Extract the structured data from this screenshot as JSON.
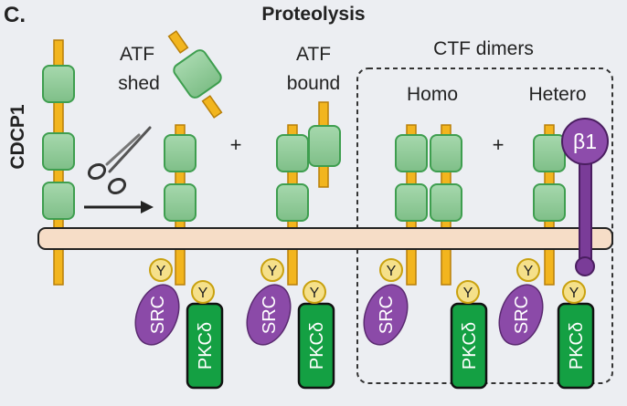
{
  "panel_letter": "C.",
  "title": "Proteolysis",
  "protein_label": "CDCP1",
  "atf_shed": [
    "ATF",
    "shed"
  ],
  "atf_bound": [
    "ATF",
    "bound"
  ],
  "ctf_dimers": "CTF dimers",
  "homo": "Homo",
  "hetero": "Hetero",
  "plus": "+",
  "beta1": "β1",
  "y": "Y",
  "src": "SRC",
  "pkc": "PKCδ",
  "colors": {
    "background": "#eceef2",
    "membrane": "#f6ddc7",
    "ectodomain_fill": "#93cd9b",
    "ectodomain_stroke": "#3e9e4f",
    "stalk": "#f2b51e",
    "stalk_stroke": "#b87f08",
    "src": "#8b4aa8",
    "pkc": "#14a043",
    "tyr_fill": "#f5e08a",
    "tyr_stroke": "#c9a10f",
    "integrin": "#7a3c98"
  }
}
